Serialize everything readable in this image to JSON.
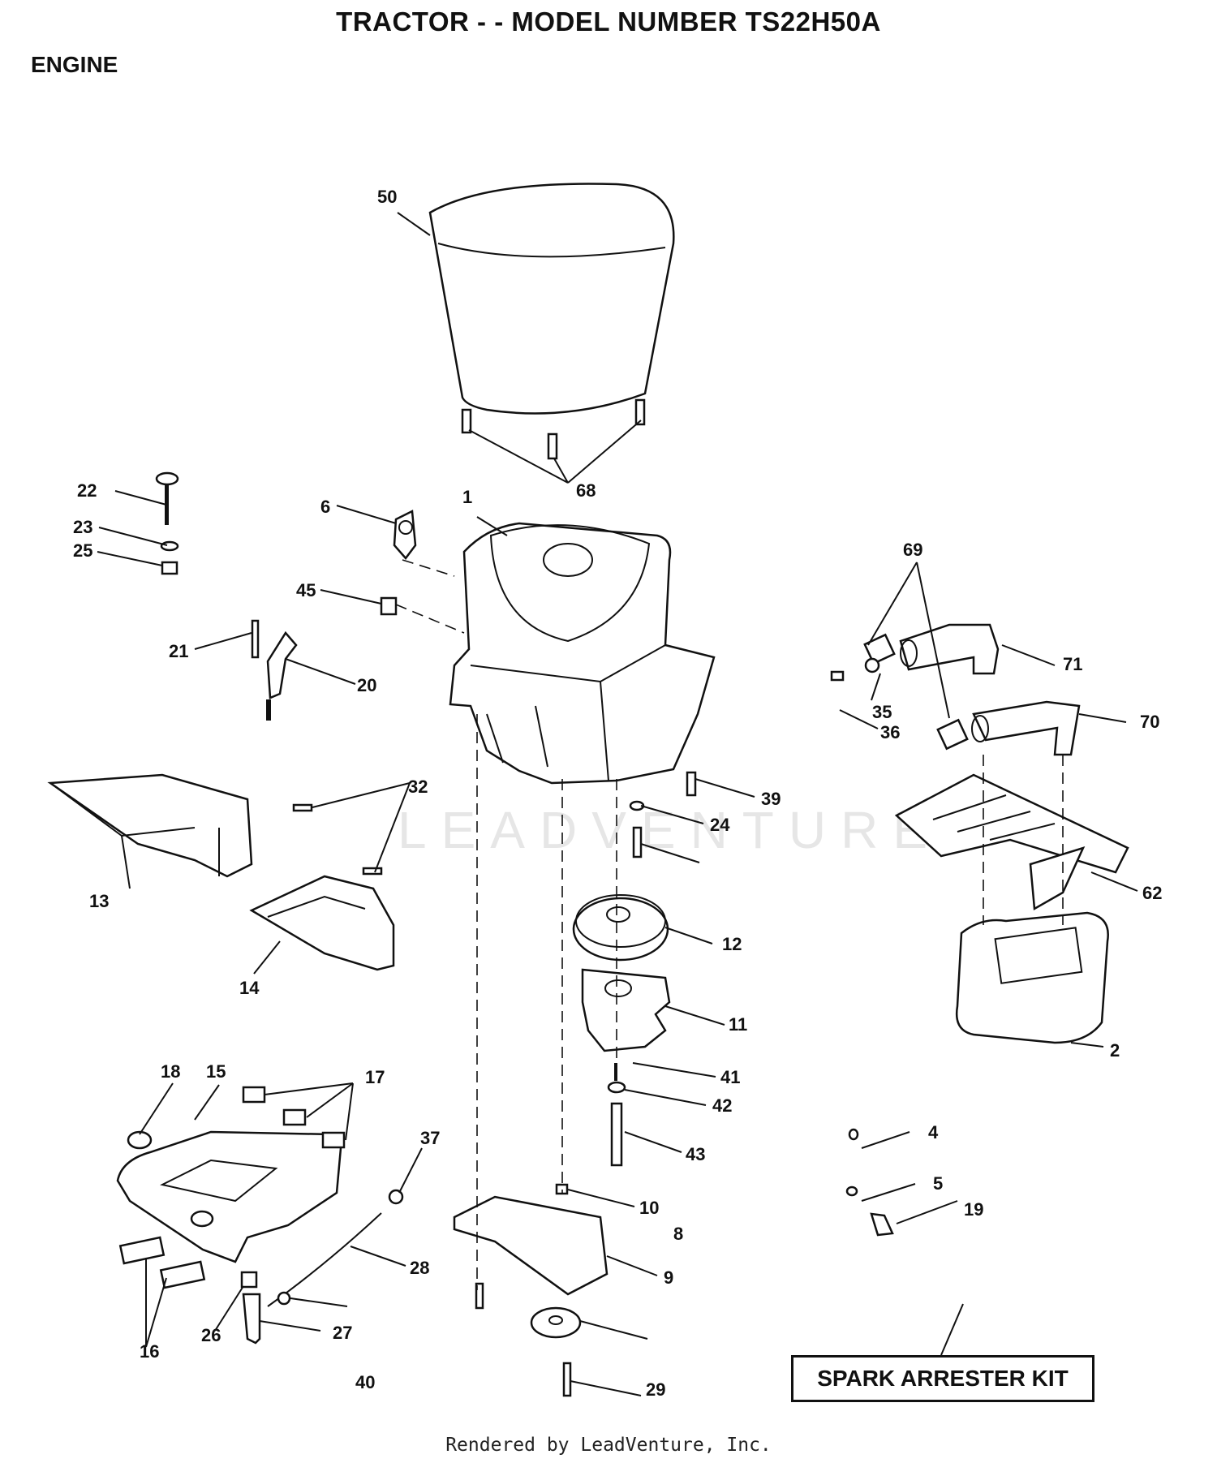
{
  "title": "TRACTOR - - MODEL NUMBER TS22H50A",
  "section": "ENGINE",
  "callouts": [
    "50",
    "68",
    "22",
    "23",
    "25",
    "6",
    "1",
    "45",
    "21",
    "20",
    "69",
    "71",
    "35",
    "36",
    "70",
    "39",
    "32",
    "24",
    "13",
    "14",
    "62",
    "12",
    "11",
    "2",
    "41",
    "42",
    "18",
    "15",
    "17",
    "37",
    "43",
    "4",
    "5",
    "19",
    "10",
    "28",
    "9",
    "16",
    "26",
    "27",
    "8",
    "40",
    "29"
  ],
  "kit_label": "SPARK ARRESTER KIT",
  "watermark": "LEADVENTURE",
  "footer": "Rendered by LeadVenture, Inc."
}
